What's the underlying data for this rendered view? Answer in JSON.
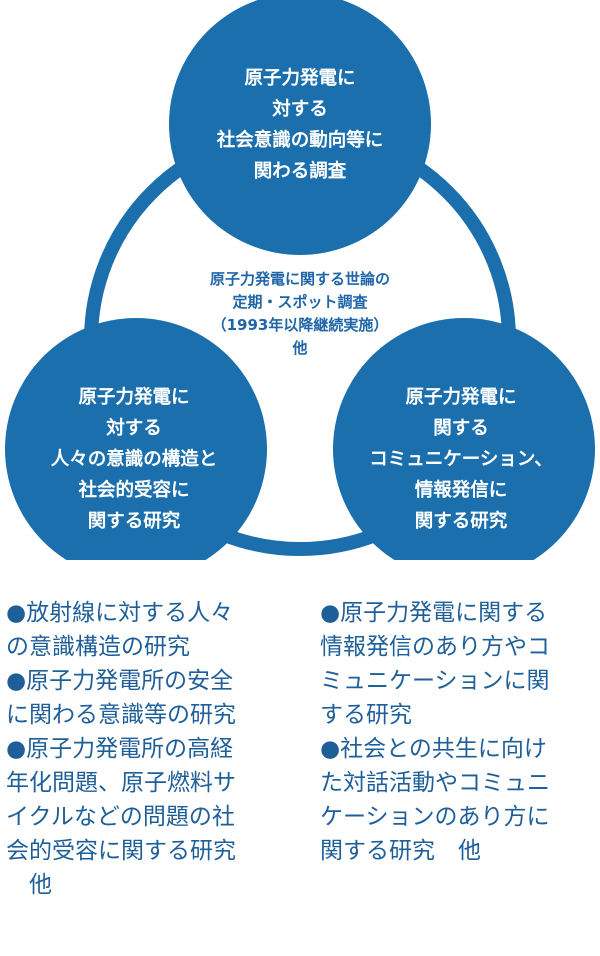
{
  "colors": {
    "circle_fill": "#1b6fad",
    "ring": "#1b6fad",
    "text_blue": "#1f5f99",
    "center_text": "#1f66a8"
  },
  "circles": {
    "top": "原子力発電に\n対する\n社会意識の動向等に\n関わる調査",
    "left": "原子力発電に\n対する\n人々の意識の構造と\n社会的受容に\n関する研究",
    "right": "原子力発電に\n関する\nコミュニケーション、\n情報発信に\n関する研究"
  },
  "center": "原子力発電に関する世論の\n定期・スポット調査\n（1993年以降継続実施）\n他",
  "lists": {
    "left": "●放射線に対する人々\nの意識構造の研究\n●原子力発電所の安全\nに関わる意識等の研究\n●原子力発電所の高経\n年化問題、原子燃料サ\nイクルなどの問題の社\n会的受容に関する研究\n　他",
    "right": "●原子力発電に関する\n情報発信のあり方やコ\nミュニケーションに関\nする研究\n●社会との共生に向け\nた対話活動やコミュニ\nケーションのあり方に\n関する研究　他"
  }
}
